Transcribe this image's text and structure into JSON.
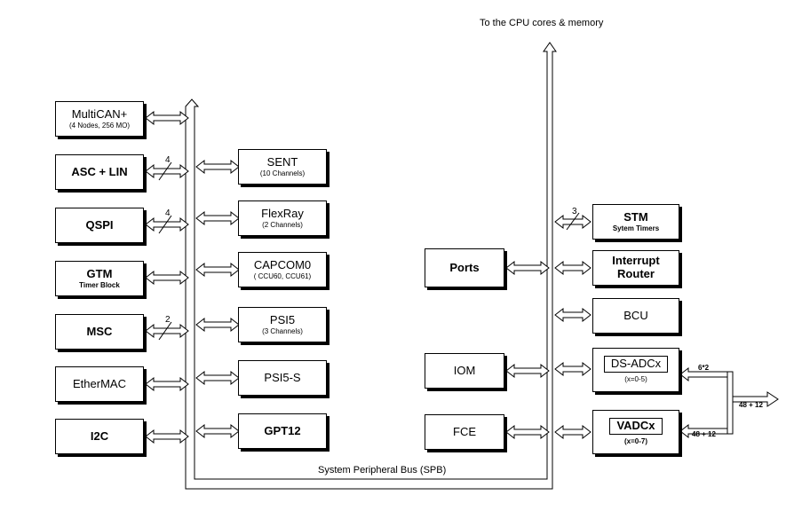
{
  "header": {
    "cpu_label": "To the CPU cores & memory"
  },
  "bus": {
    "label": "System Peripheral Bus (SPB)"
  },
  "left_column": {
    "multican": {
      "title": "MultiCAN+",
      "sub": "(4 Nodes, 256 MO)"
    },
    "asc_lin": {
      "title": "ASC + LIN",
      "width": "4"
    },
    "qspi": {
      "title": "QSPI",
      "width": "4"
    },
    "gtm": {
      "title": "GTM",
      "sub": "Timer Block"
    },
    "msc": {
      "title": "MSC",
      "width": "2"
    },
    "ethermac": {
      "title": "EtherMAC"
    },
    "i2c": {
      "title": "I2C"
    }
  },
  "middle_column": {
    "sent": {
      "title": "SENT",
      "sub": "(10 Channels)"
    },
    "flexray": {
      "title": "FlexRay",
      "sub": "(2 Channels)"
    },
    "capcom0": {
      "title": "CAPCOM0",
      "sub": "( CCU60, CCU61)"
    },
    "psi5": {
      "title": "PSI5",
      "sub": "(3 Channels)"
    },
    "psi5s": {
      "title": "PSI5-S"
    },
    "gpt12": {
      "title": "GPT12"
    }
  },
  "right_side": {
    "ports": {
      "title": "Ports"
    },
    "iom": {
      "title": "IOM"
    },
    "fce": {
      "title": "FCE"
    },
    "stm": {
      "title": "STM",
      "sub": "Sytem Timers",
      "width": "3"
    },
    "interrupt_router": {
      "title": "Interrupt Router"
    },
    "bcu": {
      "title": "BCU"
    },
    "dsadc": {
      "title": "DS-ADCx",
      "sub": "(x=0-5)"
    },
    "vadc": {
      "title": "VADCx",
      "sub": "(x=0-7)"
    }
  },
  "adc_links": {
    "dsadc_width": "6*2",
    "vadc_width": "48 + 12",
    "output_width": "48 + 12"
  }
}
